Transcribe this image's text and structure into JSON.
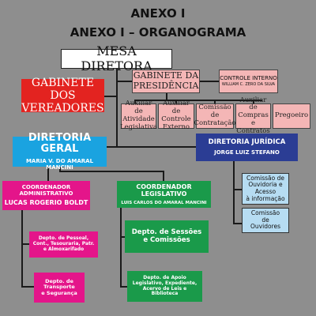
{
  "header": {
    "title": "ANEXO I",
    "subtitle": "ANEXO I – ORGANOGRAMA"
  },
  "nodes": {
    "mesa_diretora": "MESA DIRETORA",
    "gabinete_vereadores": [
      "GABINETE DOS",
      "VEREADORES"
    ],
    "gabinete_presidencia": [
      "GABINETE DA",
      "PRESIDÊNCIA"
    ],
    "controle_interno": {
      "title": "CONTROLE INTERNO",
      "name": "WILLIAM C. ZERO DA SILVA"
    },
    "subunits": [
      [
        "Auxiliar de",
        "Atividade",
        "Legislativa"
      ],
      [
        "Auxiliar de",
        "Controle",
        "Externo"
      ],
      [
        "Comissão",
        "de",
        "Contratação"
      ],
      [
        "Auxiliar de",
        "Compras e",
        "Contratos"
      ],
      [
        "Pregoeiro"
      ]
    ],
    "diretoria_geral": {
      "title": "DIRETORIA GERAL",
      "name": "MARIA V. DO AMARAL MANCINI"
    },
    "diretoria_juridica": {
      "title": "DIRETORIA JURÍDICA",
      "name": "JORGE LUIZ STEFANO"
    },
    "coordenador_administrativo": {
      "title": "COORDENADOR ADMINISTRATIVO",
      "name": "LUCAS ROGERIO BOLDT"
    },
    "coordenador_legislativo": {
      "title": "COORDENADOR LEGISLATIVO",
      "name": "LUIS CARLOS DO AMARAL MANCINI"
    },
    "comissao_ouvidoria": [
      "Comissão de",
      "Ouvidoria e",
      "Acesso",
      "à informação"
    ],
    "comissao_ouvidores": [
      "Comissão",
      "de",
      "Ouvidores"
    ],
    "depto_sessoes": [
      "Depto. de Sessões",
      "e Comissões"
    ],
    "depto_pessoal": [
      "Depto. de Pessoal,",
      "Cont., Tesouraria, Patr.",
      "e Almoxarifado"
    ],
    "depto_apoio": [
      "Depto. de Apoio",
      "Legislativo, Expediente,",
      "Acervo de Leis e",
      "Biblioteca"
    ],
    "depto_transporte": [
      "Depto. de",
      "Transporte",
      "e Segurança"
    ]
  },
  "colors": {
    "background": "#8e8e8e",
    "red": "#e32320",
    "pink_light": "#f4b6b6",
    "blue": "#1aa3e0",
    "navy": "#2b3d94",
    "magenta": "#e4158a",
    "green": "#1a9a4a",
    "light_blue": "#b6dcf2"
  }
}
